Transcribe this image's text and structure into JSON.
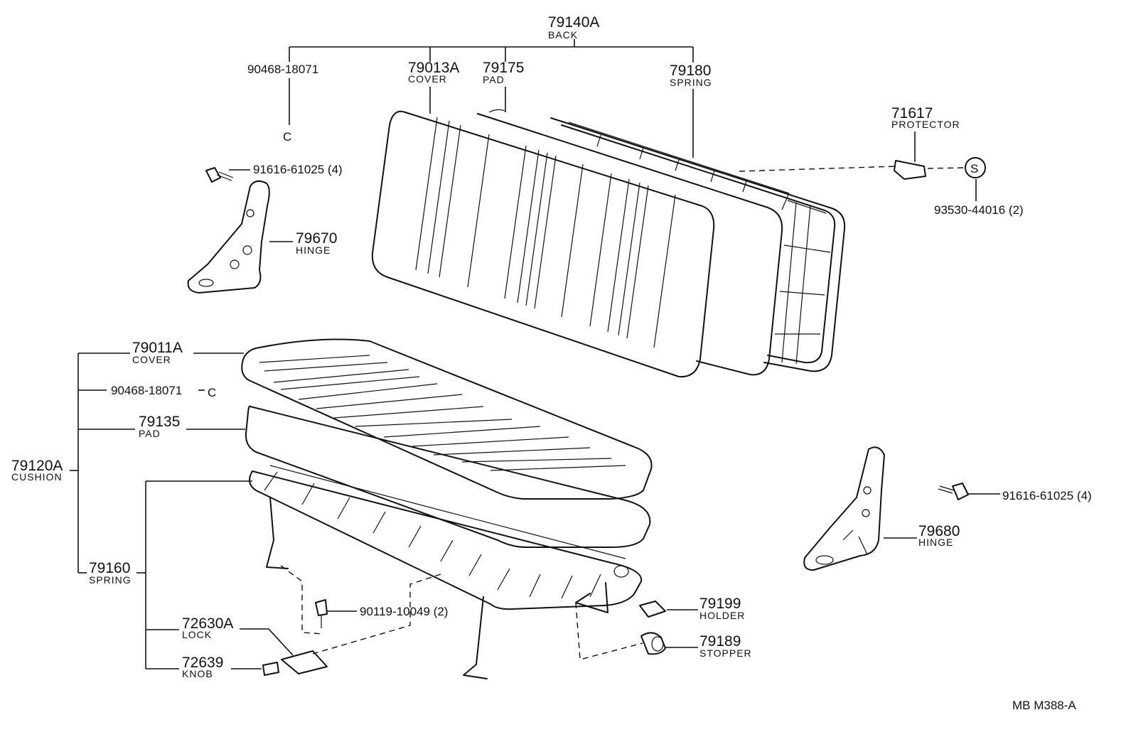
{
  "callouts": {
    "back": {
      "number": "79140A",
      "name": "BACK"
    },
    "back_clip": {
      "number": "90468-18071"
    },
    "back_cover": {
      "number": "79013A",
      "name": "COVER"
    },
    "back_pad": {
      "number": "79175",
      "name": "PAD"
    },
    "back_spring": {
      "number": "79180",
      "name": "SPRING"
    },
    "protector": {
      "number": "71617",
      "name": "PROTECTOR"
    },
    "protector_screw": {
      "number": "93530-44016 (2)"
    },
    "hinge_bolt_left": {
      "number": "91616-61025 (4)"
    },
    "hinge_left": {
      "number": "79670",
      "name": "HINGE"
    },
    "cushion_cover": {
      "number": "79011A",
      "name": "COVER"
    },
    "cushion_clip": {
      "number": "90468-18071"
    },
    "cushion_pad": {
      "number": "79135",
      "name": "PAD"
    },
    "cushion": {
      "number": "79120A",
      "name": "CUSHION"
    },
    "cushion_spring": {
      "number": "79160",
      "name": "SPRING"
    },
    "lock": {
      "number": "72630A",
      "name": "LOCK"
    },
    "knob": {
      "number": "72639",
      "name": "KNOB"
    },
    "lock_bolt": {
      "number": "90119-10049 (2)"
    },
    "holder": {
      "number": "79199",
      "name": "HOLDER"
    },
    "stopper": {
      "number": "79189",
      "name": "STOPPER"
    },
    "hinge_bolt_right": {
      "number": "91616-61025 (4)"
    },
    "hinge_right": {
      "number": "79680",
      "name": "HINGE"
    }
  },
  "symbols": {
    "clip_glyph": "C",
    "screw_glyph": "S"
  },
  "footer": {
    "drawing_code": "MB  M388-A"
  }
}
